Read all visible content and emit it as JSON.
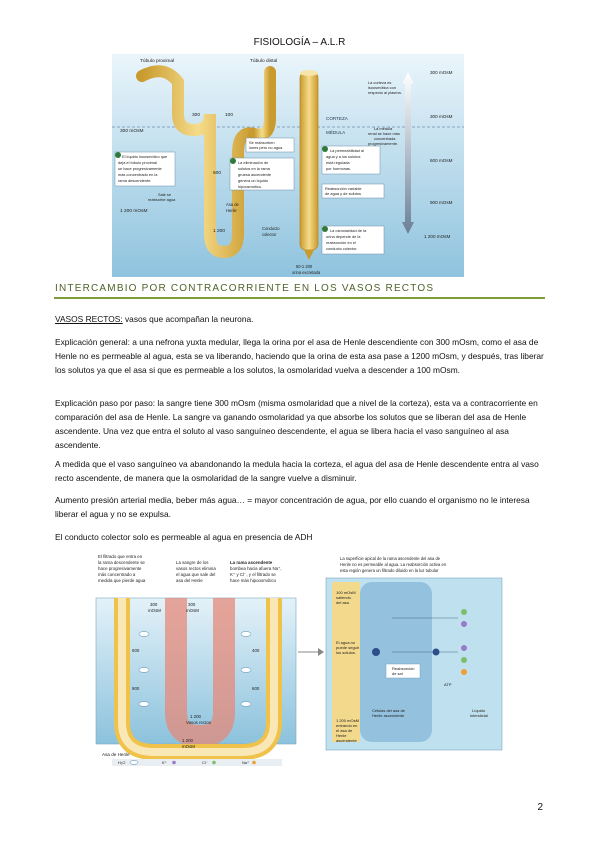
{
  "header": {
    "title": "FISIOLOGÍA – A.L.R"
  },
  "figure1": {
    "top_labels": [
      "Túbulo proximal",
      "Túbulo distal"
    ],
    "osm_left": [
      "300 mOsM",
      "1 200 mOsM"
    ],
    "tube_values": [
      "300",
      "100",
      "600",
      "1 200"
    ],
    "box1": [
      "El líquido isoosmótico que",
      "deja el túbulo proximal",
      "se hace progresivamente",
      "más concentrado en la",
      "rama descendente."
    ],
    "box_water": [
      "Sale se",
      "reabsorbe agua"
    ],
    "loop_label": [
      "Asa de",
      "Henle"
    ],
    "box_ions": [
      "Se reabsorben",
      "iones pero no agua"
    ],
    "box2": [
      "La eliminación de",
      "solutos en la rama",
      "gruesa ascendente",
      "genera un líquido",
      "hipoosmótico."
    ],
    "box3": [
      "La permeabilidad al",
      "agua y a los solutos",
      "está regulada",
      "por hormonas."
    ],
    "box_var": [
      "Reabsorción variable",
      "de agua y de solutos"
    ],
    "box4": [
      "La osmolaridad de la",
      "orina depende de la",
      "reabsorción en el",
      "conducto colector."
    ],
    "collector_label": [
      "Conducto",
      "colector"
    ],
    "urine_label": [
      "50-1 200",
      "orina excretada"
    ],
    "zones": [
      "CORTEZA",
      "MÉDULA"
    ],
    "osm_right": [
      "300 mOsM",
      "300 mOsM",
      "600 mOsM",
      "900 mOsM",
      "1 200 mOsM"
    ],
    "note_cortex": [
      "La corteza es",
      "isoosmótica con",
      "respecto al plasma."
    ],
    "note_medulla": [
      "La médula",
      "renal se hace más",
      "concentrada",
      "progresivamente."
    ]
  },
  "section": {
    "title": "INTERCAMBIO POR CONTRACORRIENTE EN LOS VASOS RECTOS"
  },
  "paragraphs": {
    "p1_label": "VASOS RECTOS:",
    "p1_text": " vasos que acompañan la neurona.",
    "p2": "Explicación general: a una nefrona yuxta medular, llega la orina por el asa de Henle descendiente con 300 mOsm, como el asa de Henle no es permeable al agua, esta se va liberando, haciendo que la orina de esta asa pase a 1200 mOsm, y después, tras liberar los solutos ya que el asa si que es permeable a los solutos, la osmolaridad vuelva a descender a 100 mOsm.",
    "p3": "Explicación paso por paso: la sangre tiene 300 mOsm (misma osmolaridad que a nivel de la corteza), esta va a contracorriente en comparación del asa de Henle. La sangre va ganando osmolaridad ya que absorbe los solutos que se liberan del asa de Henle ascendente. Una vez que entra el soluto al vaso sanguíneo descendente, el agua se libera hacia el vaso sanguíneo al asa ascendente.",
    "p4": "A medida que el vaso sanguíneo va abandonando la medula hacia la corteza, el agua del asa de Henle descendente entra al vaso recto ascendente, de manera que la osmolaridad de la sangre vuelve a disminuir.",
    "p5": "Aumento presión arterial media, beber más agua… = mayor concentración de agua, por ello cuando el organismo no le interesa liberar el agua y no se expulsa.",
    "p6": "El conducto colector solo es permeable al agua en presencia de ADH"
  },
  "figure2": {
    "note_desc": [
      "El filtrado que entra en",
      "la rama descendente se",
      "hace progresivamente",
      "más concentrado a",
      "medida que pierde agua"
    ],
    "note_blood": [
      "La sangre de los",
      "vasos rectos elimina",
      "el agua que sale del",
      "asa del Henle"
    ],
    "note_asc": [
      "La rama ascendente",
      "bombea hacia afuera Na⁺,",
      "K⁺ y Cl⁻, y el filtrado se",
      "hace más hipoosmótico"
    ],
    "values_top": [
      "300",
      "mOsM",
      "300",
      "mOsM"
    ],
    "values_mid": [
      "600",
      "900",
      "600",
      "400"
    ],
    "value_bottom": [
      "1 200",
      "mOsM"
    ],
    "value_vessel": [
      "1 200",
      "Vasos rectos"
    ],
    "loop_label": "Asa de Henle",
    "legend": [
      "H₂O",
      "K⁺",
      "Cl⁻",
      "Na⁺"
    ],
    "note_right": [
      "La superficie apical de la rama ascendente del asa de",
      "Henle no es permeable al agua. La reabsorción activa en",
      "esta región genera un filtrado diluido en la luz tubular"
    ],
    "cell_labels": [
      "100 mOsM",
      "saliendo",
      "del asa",
      "El agua no",
      "puede seguir",
      "los solutos.",
      "Reabsorción",
      "de sal",
      "Células del asa de",
      "Henle ascendente",
      "Líquido",
      "intersticial",
      "1 200 mOsM",
      "entrando en",
      "el asa de",
      "Henle",
      "ascendente",
      "ATP"
    ]
  },
  "page_number": "2"
}
